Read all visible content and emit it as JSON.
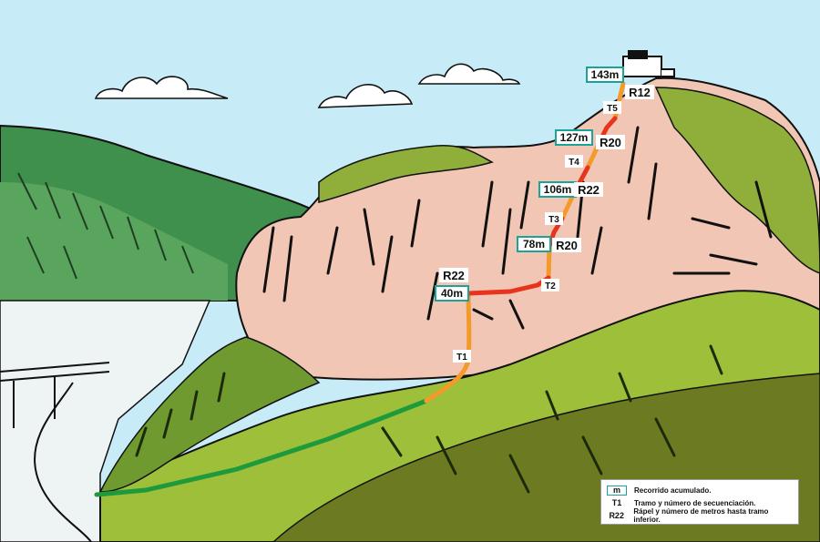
{
  "route": {
    "distances": [
      {
        "id": "d40",
        "label": "40m"
      },
      {
        "id": "d78",
        "label": "78m"
      },
      {
        "id": "d106",
        "label": "106m"
      },
      {
        "id": "d127",
        "label": "127m"
      },
      {
        "id": "d143",
        "label": "143m"
      }
    ],
    "segments": [
      {
        "id": "t1",
        "label": "T1"
      },
      {
        "id": "t2",
        "label": "T2"
      },
      {
        "id": "t3",
        "label": "T3"
      },
      {
        "id": "t4",
        "label": "T4"
      },
      {
        "id": "t5",
        "label": "T5"
      }
    ],
    "rappels": [
      {
        "id": "r22a",
        "label": "R22"
      },
      {
        "id": "r20a",
        "label": "R20"
      },
      {
        "id": "r22b",
        "label": "R22"
      },
      {
        "id": "r20b",
        "label": "R20"
      },
      {
        "id": "r12",
        "label": "R12"
      }
    ],
    "colors": {
      "approach": "#1e9a3c",
      "segment": "#f39a2b",
      "rappel": "#e8341c",
      "label_border": "#1aa39a"
    }
  },
  "legend": {
    "items": [
      {
        "key": "m",
        "text": "Recorrido acumulado."
      },
      {
        "key": "T1",
        "text": "Tramo y número de secuenciación."
      },
      {
        "key": "R22",
        "text": "Rápel y número de metros hasta tramo inferior."
      }
    ]
  }
}
